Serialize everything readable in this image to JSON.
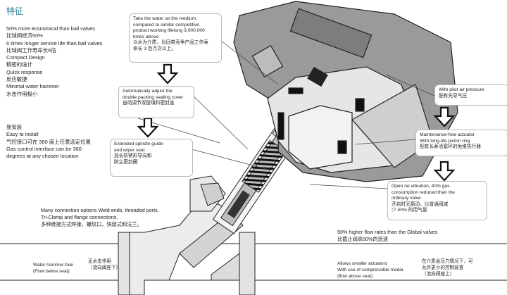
{
  "heading": "特征",
  "features": [
    "50% more economical than ball valves",
    "比球阀经济50%",
    "6 times longer service life than ball valves",
    "比球阀工作寿命长6倍",
    "Compact Design",
    "精密的设计",
    "Quick response",
    "反应敏捷",
    "Minimal water hammer",
    "水击作用极小"
  ],
  "install_text": "易安装\nEasy to install\n气控接口可在 360 度上任意选定位置\nGas control interface can be 360\ndegrees at any chosen location",
  "callouts": {
    "top_center": "Take the water as the medium,\ncompared to similar competitive\nproduct working lifelong 3,000,000\ntimes above\n以水为介质，比同类竞争产品工作寿\n命长 3 百万次以上。",
    "double_packing": "Automatically adjust the\ndouble packing sealing cover\n自动调节双层填料密封盖",
    "spindle_guide": "Extended spindle guide\nand wiper seal.\n加长防锈形导向和\n防尘密封圈",
    "pilot_air": "With pilot air pressure\n配有先导气压",
    "maintenance_free": "Maintenance-free actuator\nWith long-life piston ring\n配有长寿活塞环的免维执行器",
    "no_vibration": "Open no vibration, 40% gas\nconsumption reduced than the\nordinary valve\n开启时无振动，比普通阀减\n少 40% 的用气量"
  },
  "connection_text": "Many connection options Weld ends, threaded ports,\nTri-Clamp and flange connections.\n多种链接方式焊接，螺纹口，快装式和法兰。",
  "flow_rates_text": "50% higher  flow rates than the Global valves\n比截止阀高50%的流速",
  "water_hammer_en": "Water hammer-free\n(Flow below seat)",
  "water_hammer_cn": "无水击作用\n（流向阀座下）",
  "smaller_actuators_en": "Allows smaller actuators\nWith use of compressible media\n(flow above seat)",
  "smaller_actuators_cn": "在介质会压力情况下，可\n允许更小的控制装置\n（流向阀座上）",
  "colors": {
    "heading": "#2b7d96",
    "body_fill": "#e6e6e6",
    "actuator_fill": "#9a9a9a",
    "line": "#222222",
    "callout_border": "#b8b8b8"
  }
}
